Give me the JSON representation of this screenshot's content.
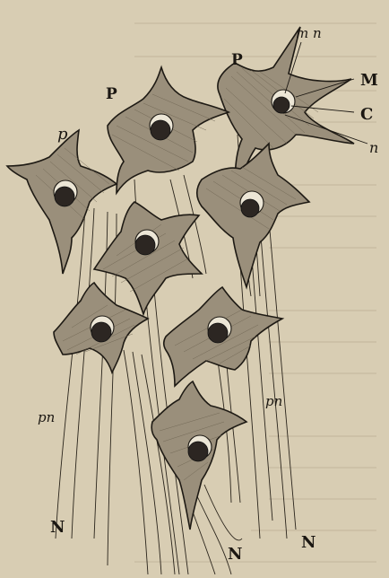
{
  "figure": {
    "labels": {
      "mn": "m n",
      "P_top": "P",
      "M": "M",
      "C": "C",
      "n": "n",
      "p_upper": "P",
      "p_left": "p",
      "pn_left": "pn",
      "pn_right": "pn",
      "N_left": "N",
      "N_center": "N",
      "N_right": "N"
    }
  },
  "colors": {
    "paper": "#d8cdb3",
    "cell_fill": "#9a8f7b",
    "outline": "#1e1a14",
    "nucleus": "#2c2622"
  }
}
